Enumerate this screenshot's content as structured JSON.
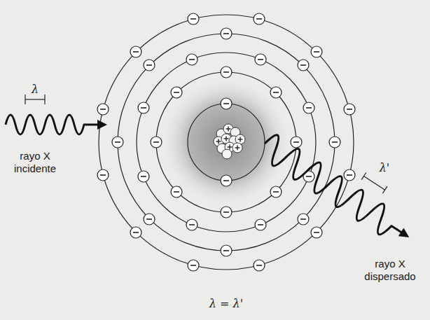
{
  "diagram": {
    "labels": [
      "λ",
      "rayo X incidente",
      "λ'",
      "rayo X dispersado",
      "λ = λ'"
    ]
  }
}
